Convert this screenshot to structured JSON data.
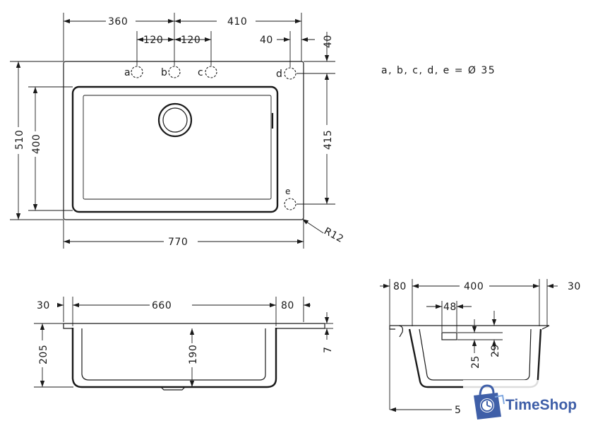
{
  "top_view": {
    "dim_width_left": "360",
    "dim_width_right": "410",
    "dim_hole_a_b": "120",
    "dim_hole_b_c": "120",
    "dim_hole_d_edge": "40",
    "dim_hole_top": "40",
    "dim_height_total": "510",
    "dim_bowl_height": "400",
    "dim_bowl_height_right": "415",
    "dim_total_width": "770",
    "dim_radius": "R12",
    "hole_labels": [
      "a",
      "b",
      "c",
      "d",
      "e"
    ],
    "hole_note": "a, b, c, d, e = Ø 35"
  },
  "front_section": {
    "dim_left": "30",
    "dim_width": "660",
    "dim_right": "80",
    "dim_total_depth": "205",
    "dim_bowl_depth": "190",
    "dim_rim": "7"
  },
  "side_section": {
    "dim_left": "80",
    "dim_width": "400",
    "dim_right": "30",
    "dim_overflow": "48",
    "dim_overflow_low": "25",
    "dim_overflow_high": "29",
    "dim_bottom_partial": "5"
  },
  "watermark": {
    "brand": "TimeShop",
    "colors": {
      "primary": "#3f5fa8",
      "accent": "#7fa7e0"
    }
  }
}
